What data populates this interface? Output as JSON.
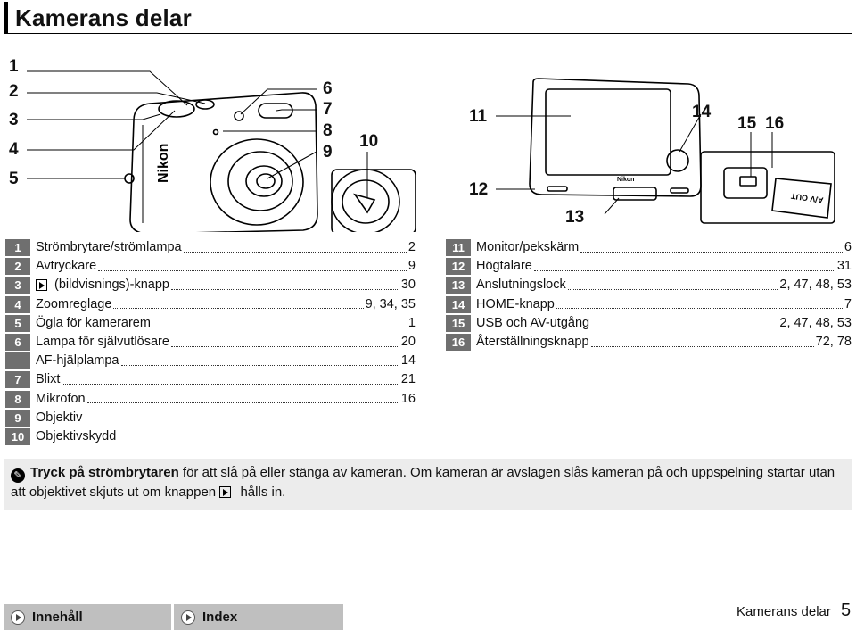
{
  "page": {
    "title": "Kamerans delar"
  },
  "illustration": {
    "callouts": [
      "1",
      "2",
      "3",
      "4",
      "5",
      "6",
      "7",
      "8",
      "9",
      "10",
      "11",
      "12",
      "13",
      "14",
      "15",
      "16"
    ],
    "camera_brand": "Nikon",
    "port_label": "A/V OUT"
  },
  "parts_left": [
    {
      "num": "1",
      "label": "Strömbrytare/strömlampa",
      "page": "2"
    },
    {
      "num": "2",
      "label": "Avtryckare",
      "page": "9"
    },
    {
      "num": "3",
      "label": "(bildvisnings)-knapp",
      "page": "30",
      "icon": "playback-icon"
    },
    {
      "num": "4",
      "label": "Zoomreglage",
      "page": "9, 34, 35"
    },
    {
      "num": "5",
      "label": "Ögla för kamerarem",
      "page": "1"
    },
    {
      "num": "6",
      "label": "Lampa för självutlösare",
      "page": "20"
    },
    {
      "num": "",
      "label": "AF-hjälplampa",
      "page": "14"
    },
    {
      "num": "7",
      "label": "Blixt",
      "page": "21"
    },
    {
      "num": "8",
      "label": "Mikrofon",
      "page": "16"
    },
    {
      "num": "9",
      "label": "Objektiv",
      "page": ""
    },
    {
      "num": "10",
      "label": "Objektivskydd",
      "page": ""
    }
  ],
  "parts_right": [
    {
      "num": "11",
      "label": "Monitor/pekskärm",
      "page": "6"
    },
    {
      "num": "12",
      "label": "Högtalare",
      "page": "31"
    },
    {
      "num": "13",
      "label": "Anslutningslock",
      "page": "2, 47, 48, 53"
    },
    {
      "num": "14",
      "label": "HOME-knapp",
      "page": "7"
    },
    {
      "num": "15",
      "label": "USB och AV-utgång",
      "page": "2, 47, 48, 53"
    },
    {
      "num": "16",
      "label": "Återställningsknapp",
      "page": "72, 78"
    }
  ],
  "tip": {
    "bold": "Tryck på strömbrytaren",
    "text1": " för att slå på eller stänga av kameran. Om kameran är avslagen slås kameran på och uppspelning startar utan att objektivet skjuts ut om knappen ",
    "text2": " hålls in."
  },
  "footer": {
    "contents_label": "Innehåll",
    "index_label": "Index",
    "section_name": "Kamerans delar",
    "page_number": "5"
  }
}
